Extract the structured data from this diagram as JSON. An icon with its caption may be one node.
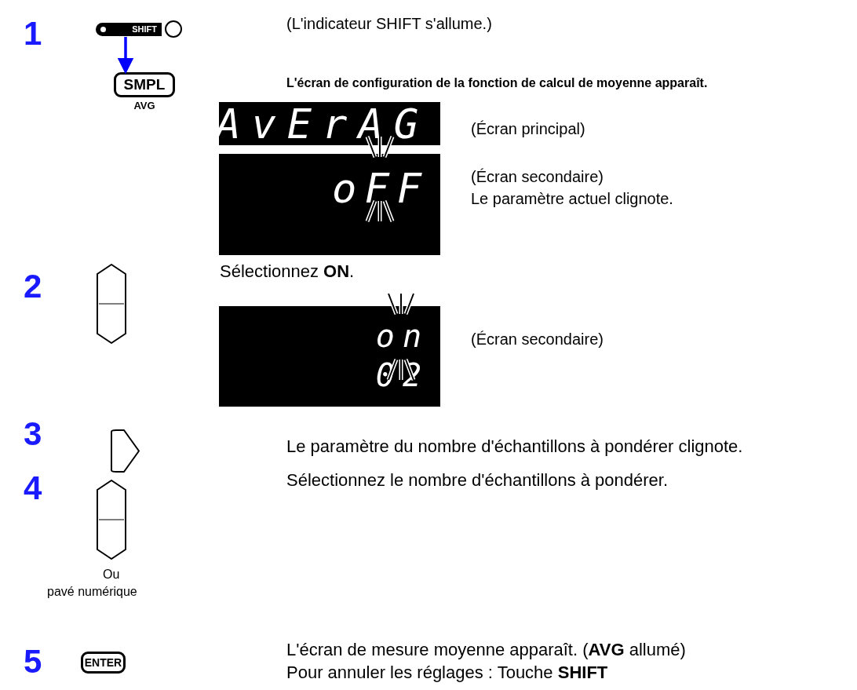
{
  "diagram": {
    "nodes": [
      {
        "text": [
          "SHIFT"
        ]
      },
      {
        "text": [
          "SMPL"
        ],
        "beside": [
          "AVG"
        ]
      },
      {
        "text": [
          "AvErAG"
        ]
      },
      {
        "text": [
          "oFF"
        ]
      },
      {
        "text": [],
        "shape": "box"
      },
      {
        "text": [
          "on",
          "02"
        ]
      },
      {
        "text": [],
        "shape": "box"
      },
      {
        "text": [],
        "shape": "box"
      },
      {
        "text": [
          "ENTER"
        ]
      }
    ],
    "edges": [
      {
        "from": 0,
        "to": 1,
        "arrow": "to",
        "color": "#0000ff"
      }
    ],
    "labels": [
      "1",
      "(L'indicateur SHIFT s'allume.)",
      "L'écran de configuration de la fonction de calcul de moyenne apparaît.",
      "(Écran principal)",
      "(Écran secondaire)",
      "Le paramètre actuel clignote.",
      "2",
      "Sélectionnez **ON**.",
      "(Écran secondaire)",
      "3",
      "Le paramètre du nombre d'échantillons à pondérer clignote.",
      "4",
      "Sélectionnez le nombre d'échantillons à pondérer.",
      "Ou",
      "pavé numérique",
      "5",
      "L'écran de mesure moyenne apparaît. (**AVG** allumé)",
      "Pour annuler les réglages : Touche **SHIFT**"
    ]
  }
}
